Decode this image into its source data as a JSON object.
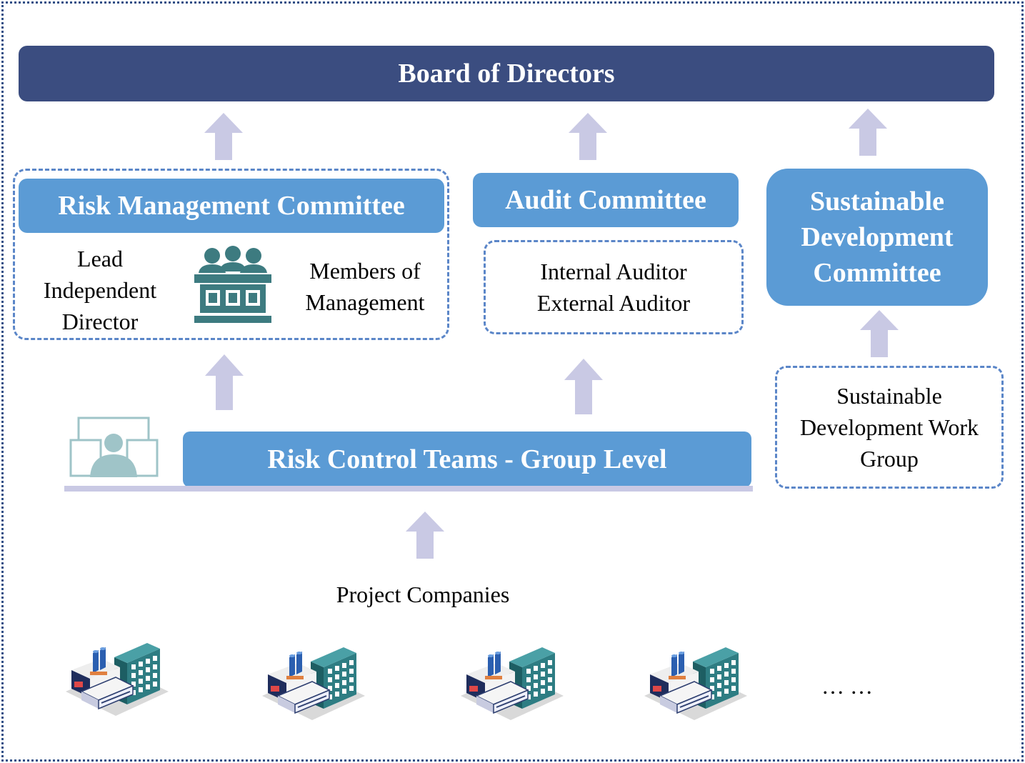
{
  "board": {
    "label": "Board of Directors"
  },
  "risk_management": {
    "title": "Risk Management Committee",
    "left_label": "Lead Independent Director",
    "right_label": "Members of Management",
    "icon": "committee-people-icon"
  },
  "audit": {
    "title": "Audit Committee",
    "members": [
      "Internal Auditor",
      "External Auditor"
    ]
  },
  "sustainable": {
    "title": "Sustainable Development Committee",
    "work_group": "Sustainable Development Work Group"
  },
  "risk_control": {
    "title": "Risk Control Teams - Group Level",
    "icon": "monitor-person-icon"
  },
  "project_companies": {
    "label": "Project Companies",
    "icon": "factory-building-icon",
    "ellipsis": "… …"
  },
  "colors": {
    "board": "#3b4d80",
    "committee": "#5b9bd5",
    "arrow": "#c9c9e4",
    "dashed_border": "#5b86c8",
    "icon_teal": "#3d7b80"
  }
}
